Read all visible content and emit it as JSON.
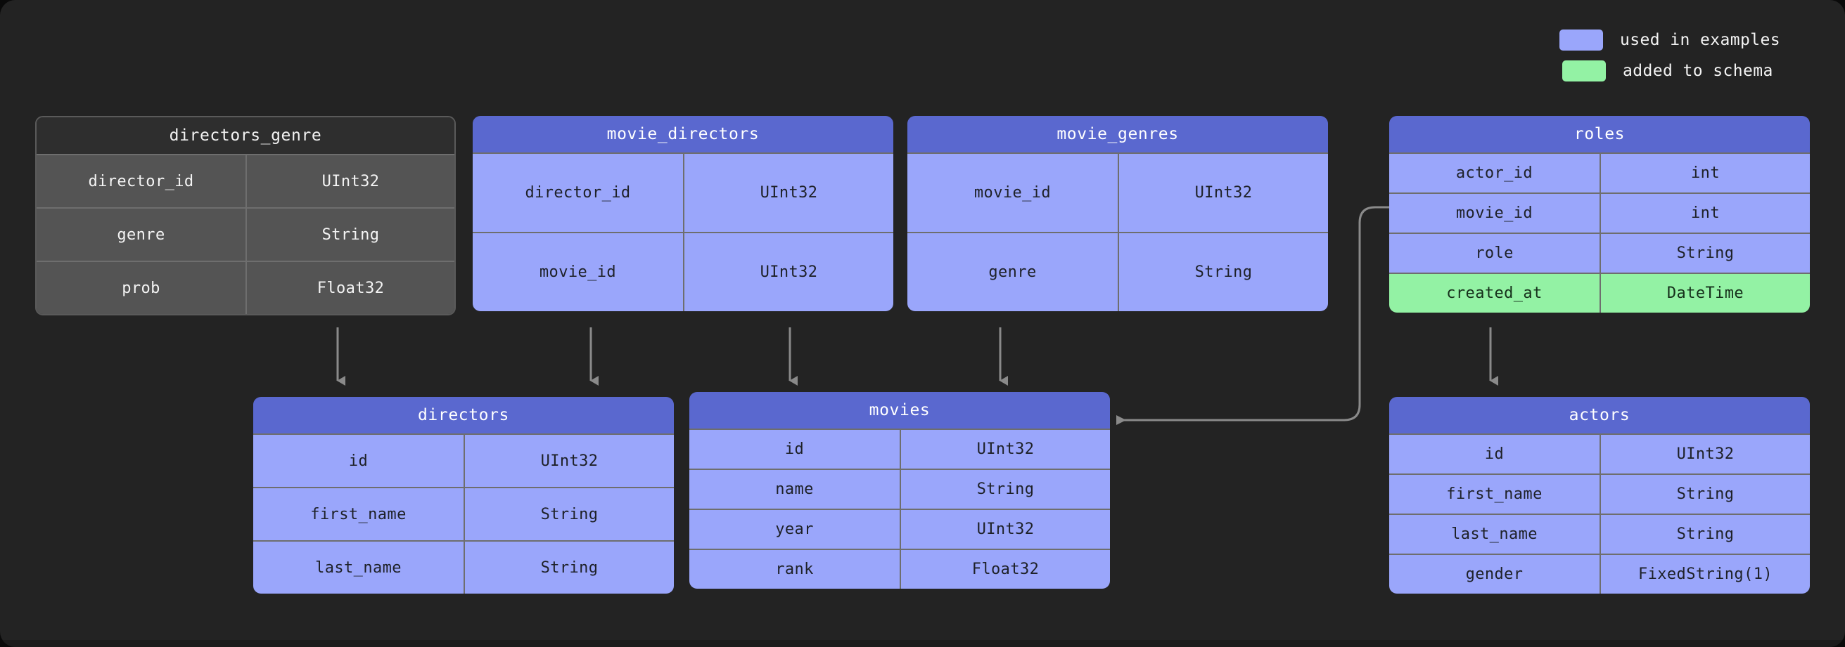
{
  "legend": {
    "items": [
      {
        "label": "used in examples",
        "color": "#9aa6fb",
        "name": "used-in-examples"
      },
      {
        "label": "added to schema",
        "color": "#93f2a4",
        "name": "added-to-schema"
      }
    ]
  },
  "colors": {
    "background": "#232323",
    "blue_header": "#5a68cf",
    "blue_body": "#9aa6fb",
    "gray_header": "#2e2e2e",
    "gray_body": "#545454",
    "green_added": "#93f2a4",
    "border": "#6e6e6e",
    "connector": "#8a8a8a"
  },
  "tables": [
    {
      "id": "directors_genre",
      "title": "directors_genre",
      "variant": "gray",
      "columns": [
        {
          "name": "director_id",
          "type": "UInt32",
          "state": "normal"
        },
        {
          "name": "genre",
          "type": "String",
          "state": "normal"
        },
        {
          "name": "prob",
          "type": "Float32",
          "state": "normal"
        }
      ]
    },
    {
      "id": "movie_directors",
      "title": "movie_directors",
      "variant": "blue",
      "columns": [
        {
          "name": "director_id",
          "type": "UInt32",
          "state": "normal"
        },
        {
          "name": "movie_id",
          "type": "UInt32",
          "state": "normal"
        }
      ]
    },
    {
      "id": "movie_genres",
      "title": "movie_genres",
      "variant": "blue",
      "columns": [
        {
          "name": "movie_id",
          "type": "UInt32",
          "state": "normal"
        },
        {
          "name": "genre",
          "type": "String",
          "state": "normal"
        }
      ]
    },
    {
      "id": "roles",
      "title": "roles",
      "variant": "blue",
      "columns": [
        {
          "name": "actor_id",
          "type": "int",
          "state": "normal"
        },
        {
          "name": "movie_id",
          "type": "int",
          "state": "normal"
        },
        {
          "name": "role",
          "type": "String",
          "state": "normal"
        },
        {
          "name": "created_at",
          "type": "DateTime",
          "state": "added"
        }
      ]
    },
    {
      "id": "directors",
      "title": "directors",
      "variant": "blue",
      "columns": [
        {
          "name": "id",
          "type": "UInt32",
          "state": "normal"
        },
        {
          "name": "first_name",
          "type": "String",
          "state": "normal"
        },
        {
          "name": "last_name",
          "type": "String",
          "state": "normal"
        }
      ]
    },
    {
      "id": "movies",
      "title": "movies",
      "variant": "blue",
      "columns": [
        {
          "name": "id",
          "type": "UInt32",
          "state": "normal"
        },
        {
          "name": "name",
          "type": "String",
          "state": "normal"
        },
        {
          "name": "year",
          "type": "UInt32",
          "state": "normal"
        },
        {
          "name": "rank",
          "type": "Float32",
          "state": "normal"
        }
      ]
    },
    {
      "id": "actors",
      "title": "actors",
      "variant": "blue",
      "columns": [
        {
          "name": "id",
          "type": "UInt32",
          "state": "normal"
        },
        {
          "name": "first_name",
          "type": "String",
          "state": "normal"
        },
        {
          "name": "last_name",
          "type": "String",
          "state": "normal"
        },
        {
          "name": "gender",
          "type": "FixedString(1)",
          "state": "normal"
        }
      ]
    }
  ],
  "relationships": [
    {
      "from": "directors_genre",
      "to": "directors"
    },
    {
      "from": "movie_directors",
      "to": "directors"
    },
    {
      "from": "movie_directors",
      "to": "movies"
    },
    {
      "from": "movie_genres",
      "to": "movies"
    },
    {
      "from": "roles",
      "to": "movies"
    },
    {
      "from": "roles",
      "to": "actors"
    }
  ]
}
